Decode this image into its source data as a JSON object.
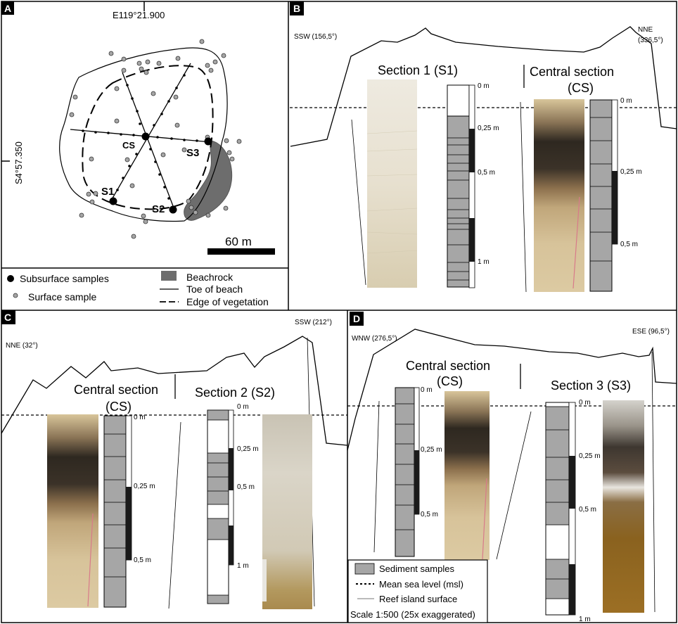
{
  "panels": {
    "a": {
      "letter": "A",
      "coord_top": "E119°21.900",
      "coord_left": "S4°57.350",
      "sites": {
        "cs": "CS",
        "s1": "S1",
        "s2": "S2",
        "s3": "S3"
      },
      "scale_label": "60 m",
      "legend": {
        "subsurface": "Subsurface samples",
        "surface": "Surface sample",
        "beachrock": "Beachrock",
        "toe": "Toe of beach",
        "vegetation": "Edge of vegetation"
      }
    },
    "b": {
      "letter": "B",
      "dir_left": "SSW (156,5°)",
      "dir_right_1": "NNE",
      "dir_right_2": "(336,5°)",
      "section1_title": "Section 1 (S1)",
      "cs_title_1": "Central section",
      "cs_title_2": "(CS)",
      "s1_depths": [
        "0 m",
        "0,25 m",
        "0,5 m",
        "1 m"
      ],
      "cs_depths": [
        "0 m",
        "0,25 m",
        "0,5 m"
      ]
    },
    "c": {
      "letter": "C",
      "dir_left": "NNE (32°)",
      "dir_right": "SSW (212°)",
      "cs_title_1": "Central section",
      "cs_title_2": "(CS)",
      "section2_title": "Section 2 (S2)",
      "cs_depths": [
        "0 m",
        "0,25 m",
        "0,5 m"
      ],
      "s2_depths": [
        "0 m",
        "0,25 m",
        "0,5 m",
        "1 m"
      ]
    },
    "d": {
      "letter": "D",
      "dir_left": "WNW (276,5°)",
      "dir_right": "ESE (96,5°)",
      "cs_title_1": "Central section",
      "cs_title_2": "(CS)",
      "section3_title": "Section 3 (S3)",
      "cs_depths": [
        "0 m",
        "0,25 m",
        "0,5 m"
      ],
      "s3_depths": [
        "0 m",
        "0,25 m",
        "0,5 m",
        "1 m"
      ],
      "legend": {
        "sediment": "Sediment samples",
        "msl": "Mean sea level (msl)",
        "reef": "Reef island surface",
        "scale": "Scale 1:500 (25x exaggerated)"
      }
    }
  },
  "colors": {
    "sample_fill": "#a6a6a6",
    "beachrock": "#6d6d6d",
    "panel_label_bg": "#000000"
  }
}
